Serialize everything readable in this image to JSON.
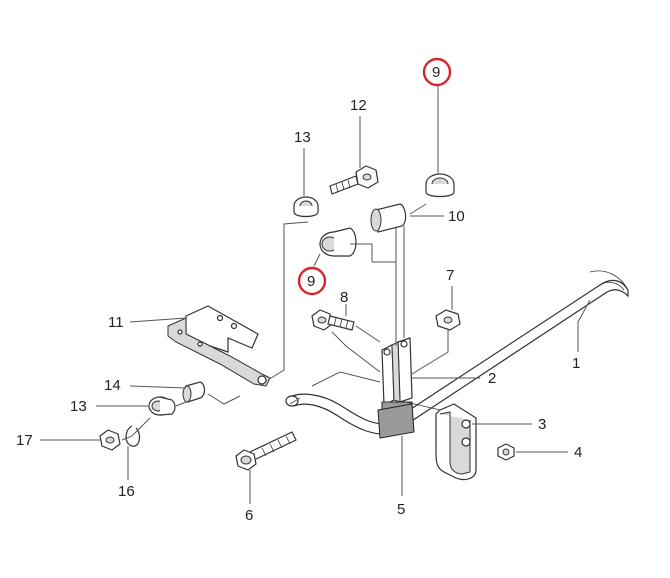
{
  "callouts": [
    {
      "id": "c1",
      "label": "1"
    },
    {
      "id": "c2",
      "label": "2"
    },
    {
      "id": "c3",
      "label": "3"
    },
    {
      "id": "c4",
      "label": "4"
    },
    {
      "id": "c5",
      "label": "5"
    },
    {
      "id": "c6",
      "label": "6"
    },
    {
      "id": "c7",
      "label": "7"
    },
    {
      "id": "c8",
      "label": "8"
    },
    {
      "id": "c9a",
      "label": "9",
      "highlighted": true
    },
    {
      "id": "c9b",
      "label": "9",
      "highlighted": true
    },
    {
      "id": "c10",
      "label": "10"
    },
    {
      "id": "c11",
      "label": "11"
    },
    {
      "id": "c12",
      "label": "12"
    },
    {
      "id": "c13a",
      "label": "13"
    },
    {
      "id": "c13b",
      "label": "13"
    },
    {
      "id": "c14",
      "label": "14"
    },
    {
      "id": "c16",
      "label": "16"
    },
    {
      "id": "c17",
      "label": "17"
    }
  ],
  "colors": {
    "highlight": "#d6262b",
    "line": "#555555",
    "text": "#222222"
  }
}
